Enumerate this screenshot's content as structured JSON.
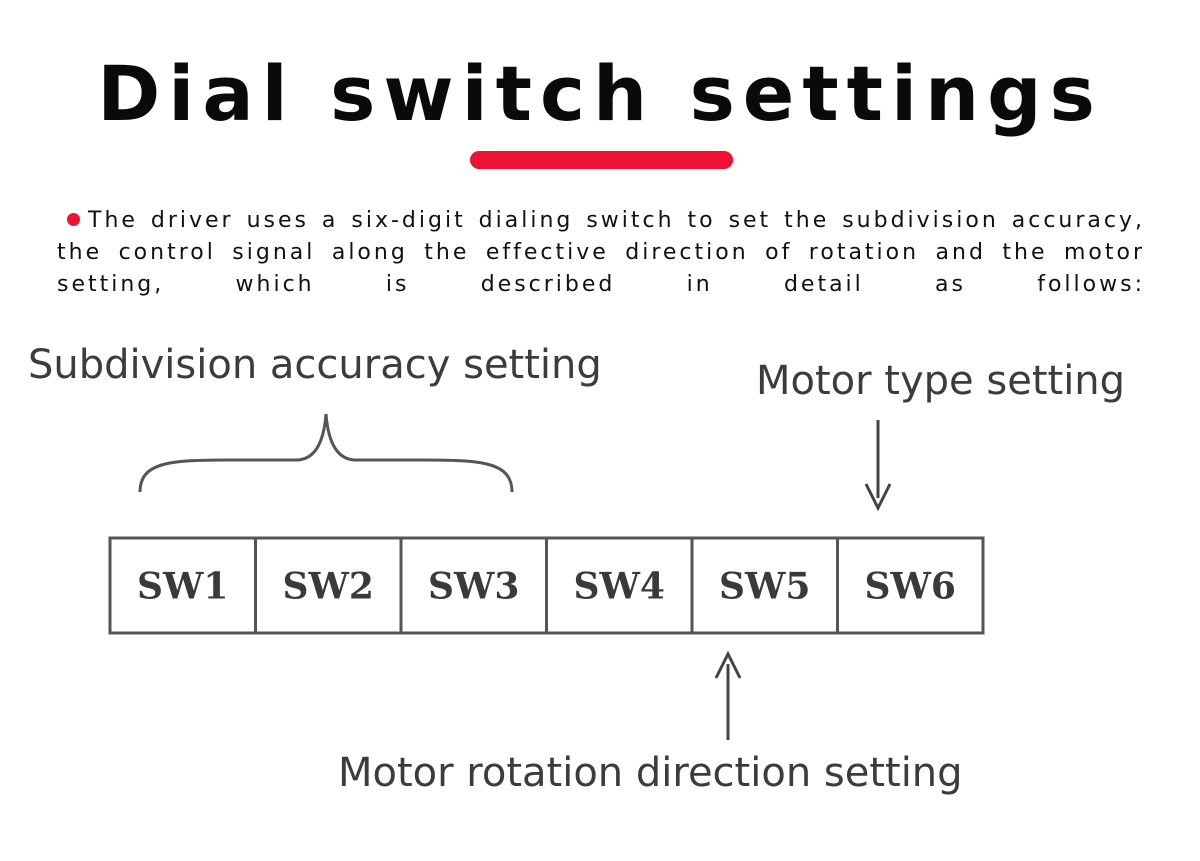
{
  "title": "Dial switch settings",
  "description": "The driver uses a six-digit dialing switch to set the subdivision accuracy, the control signal along the effective direction of rotation and the motor setting, which is described in detail as follows:",
  "colors": {
    "accent": "#ee1133",
    "line": "#555555"
  },
  "icons": {
    "bullet": "red-dot-bullet",
    "brace": "curly-brace",
    "arrows": "arrow-down, arrow-up"
  },
  "diagram": {
    "subdivision_label": "Subdivision accuracy setting",
    "motor_type_label": "Motor type setting",
    "rotation_label": "Motor rotation direction setting",
    "switches": [
      "SW1",
      "SW2",
      "SW3",
      "SW4",
      "SW5",
      "SW6"
    ]
  }
}
